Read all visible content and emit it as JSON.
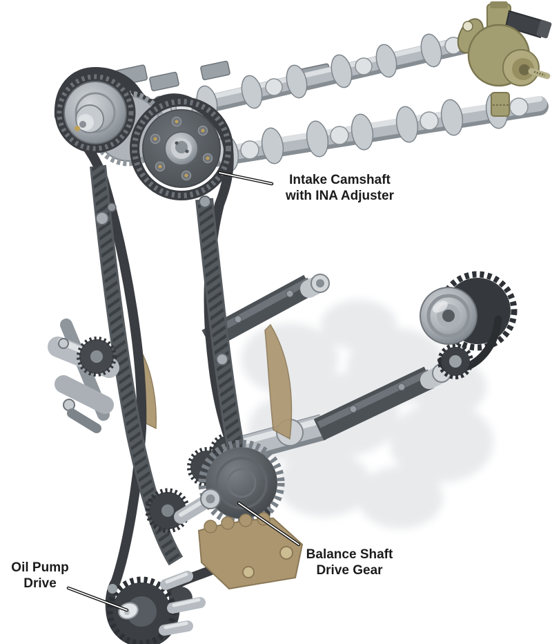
{
  "figure": {
    "labels": {
      "intake_camshaft": {
        "text": "Intake Camshaft\nwith INA Adjuster"
      },
      "balance_shaft": {
        "text": "Balance Shaft\nDrive Gear"
      },
      "oil_pump": {
        "text": "Oil Pump\nDrive"
      }
    },
    "colors": {
      "background": "#ffffff",
      "label-text": "#1b1b1b",
      "chain": "#3a3d41",
      "guide": "#555a5f",
      "flange": "#585d62",
      "metal-light": "#d8dcdf",
      "metal-mid": "#9aa1a7",
      "metal-dark": "#565b60",
      "tan": "#ac9670",
      "pump-olive": "#a39d72",
      "ghost": "#e8eaec",
      "belt": "#2b2e31",
      "leader-dark": "#111111",
      "leader-light": "#ffffff"
    }
  }
}
